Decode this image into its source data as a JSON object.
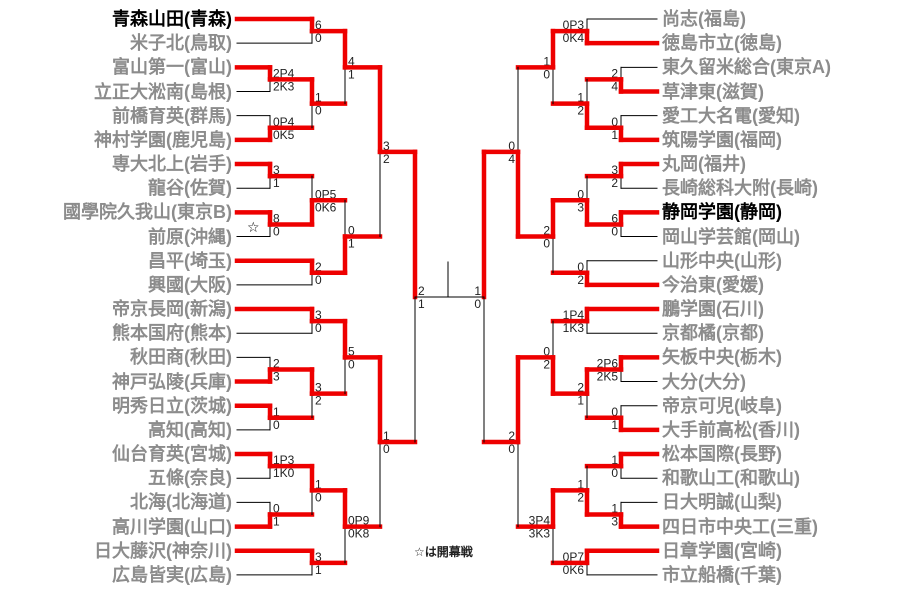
{
  "colors": {
    "win": "#ee0000",
    "line": "#000000",
    "team": "#8c8c8c",
    "highlight_team": "#000000",
    "score": "#222222"
  },
  "note": "☆は開幕戦",
  "star_symbol": "☆",
  "left": {
    "teams": [
      "青森山田(青森)",
      "米子北(鳥取)",
      "富山第一(富山)",
      "立正大淞南(島根)",
      "前橋育英(群馬)",
      "神村学園(鹿児島)",
      "専大北上(岩手)",
      "龍谷(佐賀)",
      "國學院久我山(東京B)",
      "前原(沖縄)",
      "昌平(埼玉)",
      "興國(大阪)",
      "帝京長岡(新潟)",
      "熊本国府(熊本)",
      "秋田商(秋田)",
      "神戸弘陵(兵庫)",
      "明秀日立(茨城)",
      "高知(高知)",
      "仙台育英(宮城)",
      "五條(奈良)",
      "北海(北海道)",
      "高川学園(山口)",
      "日大藤沢(神奈川)",
      "広島皆実(広島)"
    ],
    "highlight": [
      0
    ],
    "bracket": {
      "r": 5,
      "s": [
        "2",
        "1"
      ],
      "w": 0,
      "c": [
        {
          "r": 4,
          "s": [
            "3",
            "2"
          ],
          "w": 0,
          "c": [
            {
              "r": 3,
              "s": [
                "4",
                "1"
              ],
              "w": 0,
              "c": [
                {
                  "r": 2,
                  "s": [
                    "6",
                    "0"
                  ],
                  "w": 0,
                  "c": [
                    0,
                    1
                  ]
                },
                {
                  "r": 2,
                  "s": [
                    "1",
                    "0"
                  ],
                  "w": 0,
                  "c": [
                    {
                      "r": 1,
                      "s": [
                        "2P4",
                        "2K3"
                      ],
                      "w": 0,
                      "c": [
                        2,
                        3
                      ]
                    },
                    {
                      "r": 1,
                      "s": [
                        "0P4",
                        "0K5"
                      ],
                      "w": 1,
                      "c": [
                        4,
                        5
                      ]
                    }
                  ]
                }
              ]
            },
            {
              "r": 3,
              "s": [
                "0",
                "1"
              ],
              "w": 1,
              "c": [
                {
                  "r": 2,
                  "s": [
                    "0P5",
                    "0K6"
                  ],
                  "w": 1,
                  "c": [
                    {
                      "r": 1,
                      "s": [
                        "3",
                        "1"
                      ],
                      "w": 0,
                      "c": [
                        6,
                        7
                      ]
                    },
                    {
                      "r": 1,
                      "s": [
                        "8",
                        "0"
                      ],
                      "w": 0,
                      "c": [
                        8,
                        9
                      ]
                    }
                  ]
                },
                {
                  "r": 2,
                  "s": [
                    "2",
                    "0"
                  ],
                  "w": 0,
                  "c": [
                    10,
                    11
                  ]
                }
              ]
            }
          ]
        },
        {
          "r": 4,
          "s": [
            "1",
            "0"
          ],
          "w": 0,
          "c": [
            {
              "r": 3,
              "s": [
                "5",
                "0"
              ],
              "w": 0,
              "c": [
                {
                  "r": 2,
                  "s": [
                    "3",
                    "0"
                  ],
                  "w": 0,
                  "c": [
                    12,
                    13
                  ]
                },
                {
                  "r": 2,
                  "s": [
                    "3",
                    "2"
                  ],
                  "w": 0,
                  "c": [
                    {
                      "r": 1,
                      "s": [
                        "2",
                        "3"
                      ],
                      "w": 1,
                      "c": [
                        14,
                        15
                      ]
                    },
                    {
                      "r": 1,
                      "s": [
                        "1",
                        "0"
                      ],
                      "w": 0,
                      "c": [
                        16,
                        17
                      ]
                    }
                  ]
                }
              ]
            },
            {
              "r": 3,
              "s": [
                "0P9",
                "0K8"
              ],
              "w": 0,
              "c": [
                {
                  "r": 2,
                  "s": [
                    "1",
                    "0"
                  ],
                  "w": 0,
                  "c": [
                    {
                      "r": 1,
                      "s": [
                        "1P3",
                        "1K0"
                      ],
                      "w": 0,
                      "c": [
                        18,
                        19
                      ]
                    },
                    {
                      "r": 1,
                      "s": [
                        "0",
                        "1"
                      ],
                      "w": 1,
                      "c": [
                        20,
                        21
                      ]
                    }
                  ]
                },
                {
                  "r": 2,
                  "s": [
                    "3",
                    "1"
                  ],
                  "w": 0,
                  "c": [
                    22,
                    23
                  ]
                }
              ]
            }
          ]
        }
      ]
    }
  },
  "right": {
    "teams": [
      "尚志(福島)",
      "徳島市立(徳島)",
      "東久留米総合(東京A)",
      "草津東(滋賀)",
      "愛工大名電(愛知)",
      "筑陽学園(福岡)",
      "丸岡(福井)",
      "長崎総科大附(長崎)",
      "静岡学園(静岡)",
      "岡山学芸館(岡山)",
      "山形中央(山形)",
      "今治東(愛媛)",
      "鵬学園(石川)",
      "京都橘(京都)",
      "矢板中央(栃木)",
      "大分(大分)",
      "帝京可児(岐阜)",
      "大手前高松(香川)",
      "松本国際(長野)",
      "和歌山工(和歌山)",
      "日大明誠(山梨)",
      "四日市中央工(三重)",
      "日章学園(宮崎)",
      "市立船橋(千葉)"
    ],
    "highlight": [
      8
    ],
    "bracket": {
      "r": 5,
      "s": [
        "1",
        "0"
      ],
      "w": 0,
      "c": [
        {
          "r": 4,
          "s": [
            "0",
            "4"
          ],
          "w": 1,
          "c": [
            {
              "r": 3,
              "s": [
                "1",
                "0"
              ],
              "w": 0,
              "c": [
                {
                  "r": 2,
                  "s": [
                    "0P3",
                    "0K4"
                  ],
                  "w": 1,
                  "c": [
                    0,
                    1
                  ]
                },
                {
                  "r": 2,
                  "s": [
                    "1",
                    "2"
                  ],
                  "w": 1,
                  "c": [
                    {
                      "r": 1,
                      "s": [
                        "2",
                        "4"
                      ],
                      "w": 1,
                      "c": [
                        2,
                        3
                      ]
                    },
                    {
                      "r": 1,
                      "s": [
                        "0",
                        "1"
                      ],
                      "w": 1,
                      "c": [
                        4,
                        5
                      ]
                    }
                  ]
                }
              ]
            },
            {
              "r": 3,
              "s": [
                "2",
                "0"
              ],
              "w": 0,
              "c": [
                {
                  "r": 2,
                  "s": [
                    "0",
                    "3"
                  ],
                  "w": 1,
                  "c": [
                    {
                      "r": 1,
                      "s": [
                        "3",
                        "2"
                      ],
                      "w": 0,
                      "c": [
                        6,
                        7
                      ]
                    },
                    {
                      "r": 1,
                      "s": [
                        "6",
                        "0"
                      ],
                      "w": 0,
                      "c": [
                        8,
                        9
                      ]
                    }
                  ]
                },
                {
                  "r": 2,
                  "s": [
                    "0",
                    "2"
                  ],
                  "w": 1,
                  "c": [
                    10,
                    11
                  ]
                }
              ]
            }
          ]
        },
        {
          "r": 4,
          "s": [
            "2",
            "0"
          ],
          "w": 0,
          "c": [
            {
              "r": 3,
              "s": [
                "0",
                "2"
              ],
              "w": 1,
              "c": [
                {
                  "r": 2,
                  "s": [
                    "1P4",
                    "1K3"
                  ],
                  "w": 0,
                  "c": [
                    12,
                    13
                  ]
                },
                {
                  "r": 2,
                  "s": [
                    "2",
                    "1"
                  ],
                  "w": 0,
                  "c": [
                    {
                      "r": 1,
                      "s": [
                        "2P6",
                        "2K5"
                      ],
                      "w": 0,
                      "c": [
                        14,
                        15
                      ]
                    },
                    {
                      "r": 1,
                      "s": [
                        "0",
                        "1"
                      ],
                      "w": 1,
                      "c": [
                        16,
                        17
                      ]
                    }
                  ]
                }
              ]
            },
            {
              "r": 3,
              "s": [
                "3P4",
                "3K3"
              ],
              "w": 0,
              "c": [
                {
                  "r": 2,
                  "s": [
                    "1",
                    "2"
                  ],
                  "w": 1,
                  "c": [
                    {
                      "r": 1,
                      "s": [
                        "1",
                        "0"
                      ],
                      "w": 0,
                      "c": [
                        18,
                        19
                      ]
                    },
                    {
                      "r": 1,
                      "s": [
                        "1",
                        "3"
                      ],
                      "w": 1,
                      "c": [
                        20,
                        21
                      ]
                    }
                  ]
                },
                {
                  "r": 2,
                  "s": [
                    "0P7",
                    "0K6"
                  ],
                  "w": 0,
                  "c": [
                    22,
                    23
                  ]
                }
              ]
            }
          ]
        }
      ]
    }
  }
}
